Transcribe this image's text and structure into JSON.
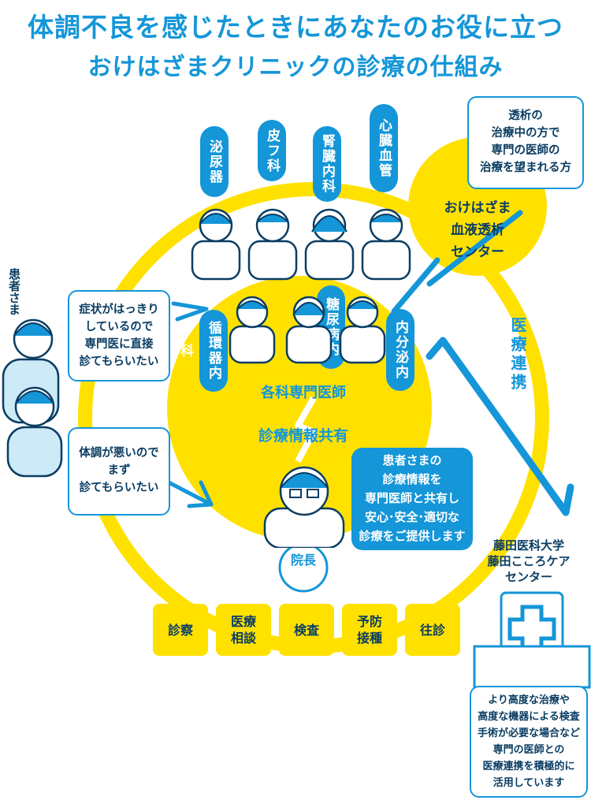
{
  "title_line1": "体調不良を感じたときにあなたのお役に立つ",
  "title_line2": "おけはざまクリニックの診療の仕組み",
  "colors": {
    "blue": "#1496d8",
    "yellow": "#ffe100",
    "navy": "#0a3d62"
  },
  "specialists_top": [
    "泌尿器科",
    "皮フ科",
    "腎臓内科",
    "心臓血管外科"
  ],
  "specialists_mid": [
    "循環器内科",
    "糖尿病内科",
    "内分泌内科"
  ],
  "center_label": "各科専門医師",
  "share_label": "診療情報共有",
  "dialysis_note": "透析の\n治療中の方で\n専門の医師の\n治療を望まれる方",
  "dialysis_center": "おけはざま\n血液透析\nセンター",
  "cooperation_label": "医療連携",
  "patients_label": "患者さま",
  "bubble1": "症状がはっきり\nしているので\n専門医に直接\n診てもらいたい",
  "bubble2": "体調が悪いので\nまず\n診てもらいたい",
  "director_info": "患者さまの\n診療情報を\n専門医師と共有し\n安心･安全･適切な\n診療をご提供します",
  "director_label": "院長",
  "fujita_label": "藤田医科大学\n藤田こころケア\nセンター",
  "fujita_note": "より高度な治療や\n高度な機器による検査\n手術が必要な場合など\n専門の医師との\n医療連携を積極的に\n活用しています",
  "services": [
    "診察",
    "医療\n相談",
    "検査",
    "予防\n接種",
    "往診"
  ]
}
